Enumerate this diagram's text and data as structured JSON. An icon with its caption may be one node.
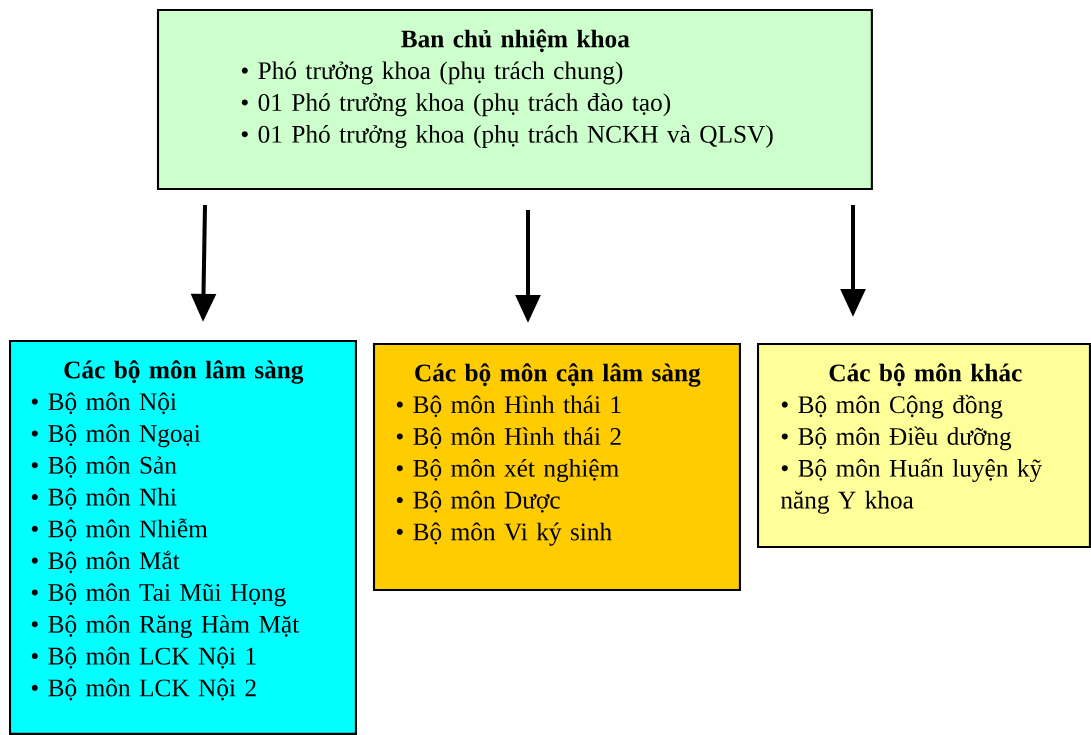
{
  "diagram": {
    "nodes": [
      {
        "text": [
          "Ban chủ nhiệm khoa",
          "• Phó trưởng khoa (phụ trách chung)",
          "• 01 Phó trưởng khoa (phụ trách đào tạo)",
          "• 01 Phó trưởng khoa (phụ trách NCKH và QLSV)"
        ]
      },
      {
        "text": [
          "Các bộ môn lâm sàng",
          "• Bộ môn Nội",
          "• Bộ môn Ngoại",
          "• Bộ môn Sản",
          "• Bộ môn Nhi",
          "• Bộ môn Nhiễm",
          "• Bộ môn Mắt",
          "• Bộ môn Tai Mũi Họng",
          "• Bộ môn Răng Hàm Mặt",
          "• Bộ môn LCK Nội 1",
          "• Bộ môn LCK Nội 2"
        ]
      },
      {
        "text": [
          "Các bộ môn cận lâm sàng",
          "• Bộ môn Hình thái 1",
          "• Bộ môn Hình thái 2",
          "• Bộ môn xét nghiệm",
          "• Bộ môn Dược",
          "• Bộ môn Vi ký sinh"
        ]
      },
      {
        "text": [
          "Các bộ môn khác",
          "• Bộ môn Cộng đồng",
          "• Bộ môn Điều dưỡng",
          "• Bộ môn Huấn luyện kỹ năng Y khoa"
        ]
      }
    ],
    "edges": [
      {
        "from": 0,
        "to": 1,
        "arrow": "to"
      },
      {
        "from": 0,
        "to": 2,
        "arrow": "to"
      },
      {
        "from": 0,
        "to": 3,
        "arrow": "to"
      }
    ]
  }
}
